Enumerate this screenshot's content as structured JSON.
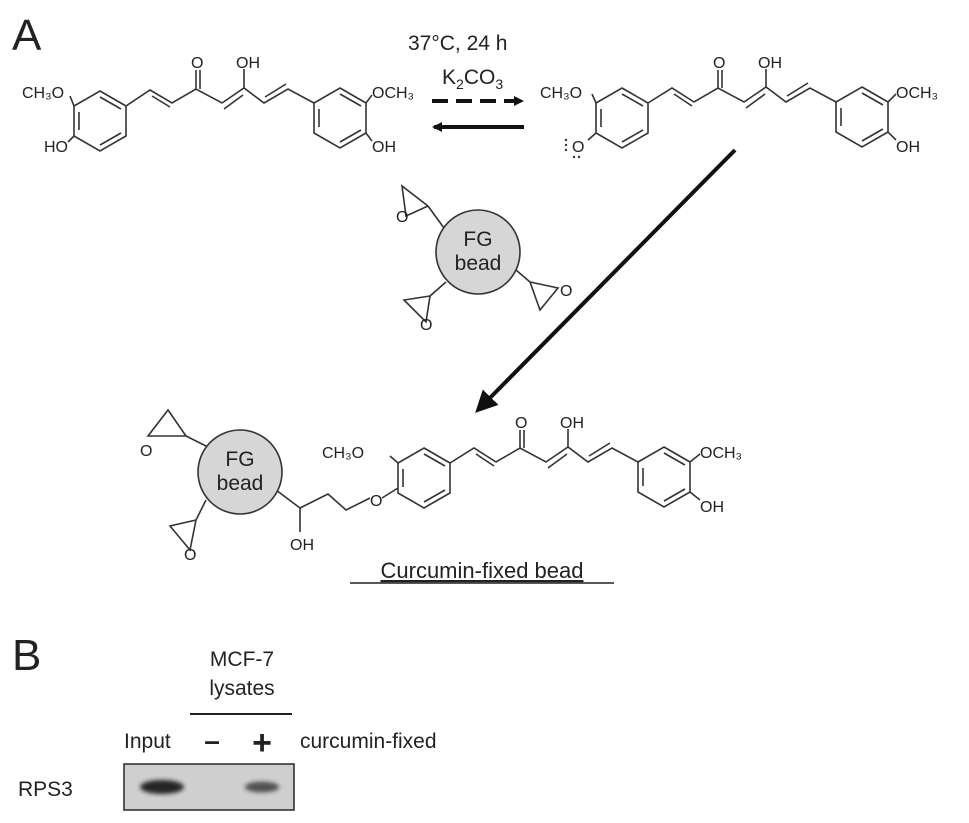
{
  "panel_a": {
    "label": "A",
    "condition_line1": "37°C, 24 h",
    "condition_k": "K",
    "condition_k_sub": "2",
    "condition_co": "CO",
    "condition_co_sub": "3",
    "left_mol": {
      "och3": "CH₃O",
      "oh_ring": "HO",
      "ketone": "O",
      "enol": "OH",
      "och3_right": "OCH₃",
      "oh_right": "OH"
    },
    "right_mol": {
      "och3": "CH₃O",
      "phenoxide": "O",
      "ketone": "O",
      "enol": "OH",
      "och3_right": "OCH₃",
      "oh_right": "OH"
    },
    "bead_middle": {
      "line1": "FG",
      "line2": "bead",
      "epoxide_o": "O"
    },
    "product": {
      "bead_line1": "FG",
      "bead_line2": "bead",
      "epoxide_o": "O",
      "och3": "CH₃O",
      "ether_o": "O",
      "oh_linker": "OH",
      "ketone": "O",
      "enol": "OH",
      "och3_right": "OCH₃",
      "oh_right": "OH"
    },
    "product_label": "Curcumin-fixed bead"
  },
  "panel_b": {
    "label": "B",
    "group_line1": "MCF-7",
    "group_line2": "lysates",
    "lane_input": "Input",
    "lane_minus": "–",
    "lane_plus": "+",
    "lane_suffix": "curcumin-fixed",
    "protein": "RPS3",
    "bands": [
      {
        "lane": "Input",
        "intensity": 1.0
      },
      {
        "lane": "-",
        "intensity": 0.0
      },
      {
        "lane": "+",
        "intensity": 0.6
      }
    ]
  },
  "colors": {
    "bead_fill": "#d6d6d6",
    "blot_bg": "#cfcfcf",
    "band": "#1e1e1e"
  }
}
